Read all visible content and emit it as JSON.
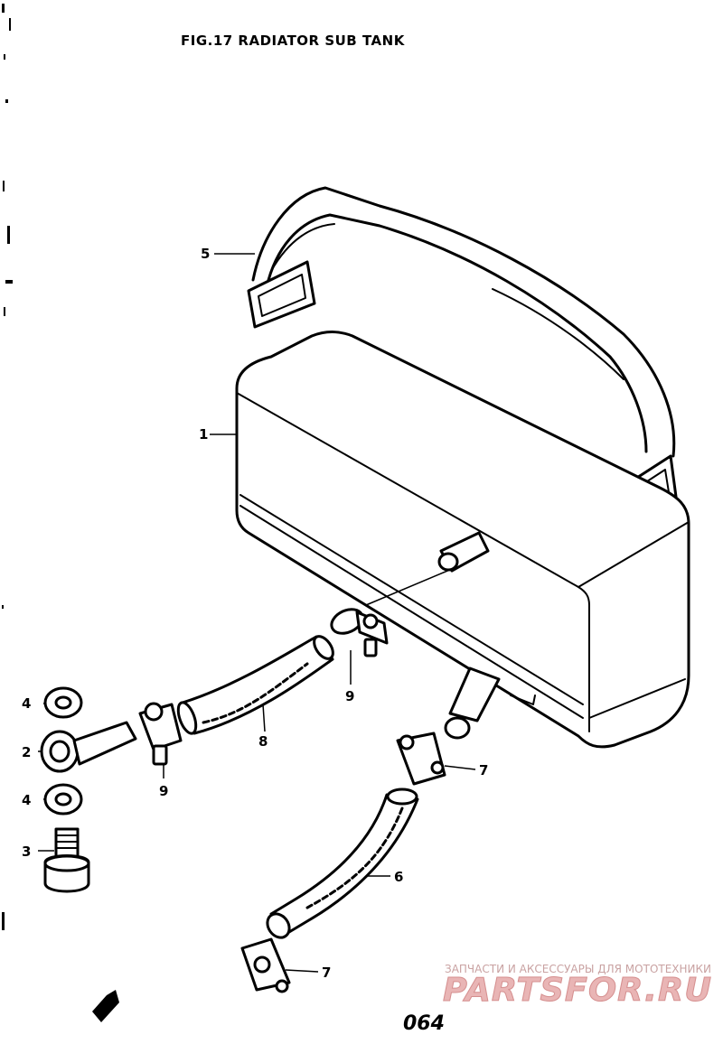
{
  "figure": {
    "title": "FIG.17  RADIATOR SUB TANK",
    "page_number": "064"
  },
  "callouts": [
    {
      "id": "c5",
      "number": "5"
    },
    {
      "id": "c1",
      "number": "1"
    },
    {
      "id": "c9a",
      "number": "9"
    },
    {
      "id": "c8",
      "number": "8"
    },
    {
      "id": "c4a",
      "number": "4"
    },
    {
      "id": "c2",
      "number": "2"
    },
    {
      "id": "c9b",
      "number": "9"
    },
    {
      "id": "c4b",
      "number": "4"
    },
    {
      "id": "c3",
      "number": "3"
    },
    {
      "id": "c7a",
      "number": "7"
    },
    {
      "id": "c6",
      "number": "6"
    },
    {
      "id": "c7b",
      "number": "7"
    }
  ],
  "watermark": {
    "tagline": "ЗАПЧАСТИ И АКСЕССУАРЫ ДЛЯ МОТОТЕХНИКИ",
    "logo": "PARTSFOR.RU"
  },
  "icons": {
    "front_arrow": "front-direction-arrow-icon"
  }
}
